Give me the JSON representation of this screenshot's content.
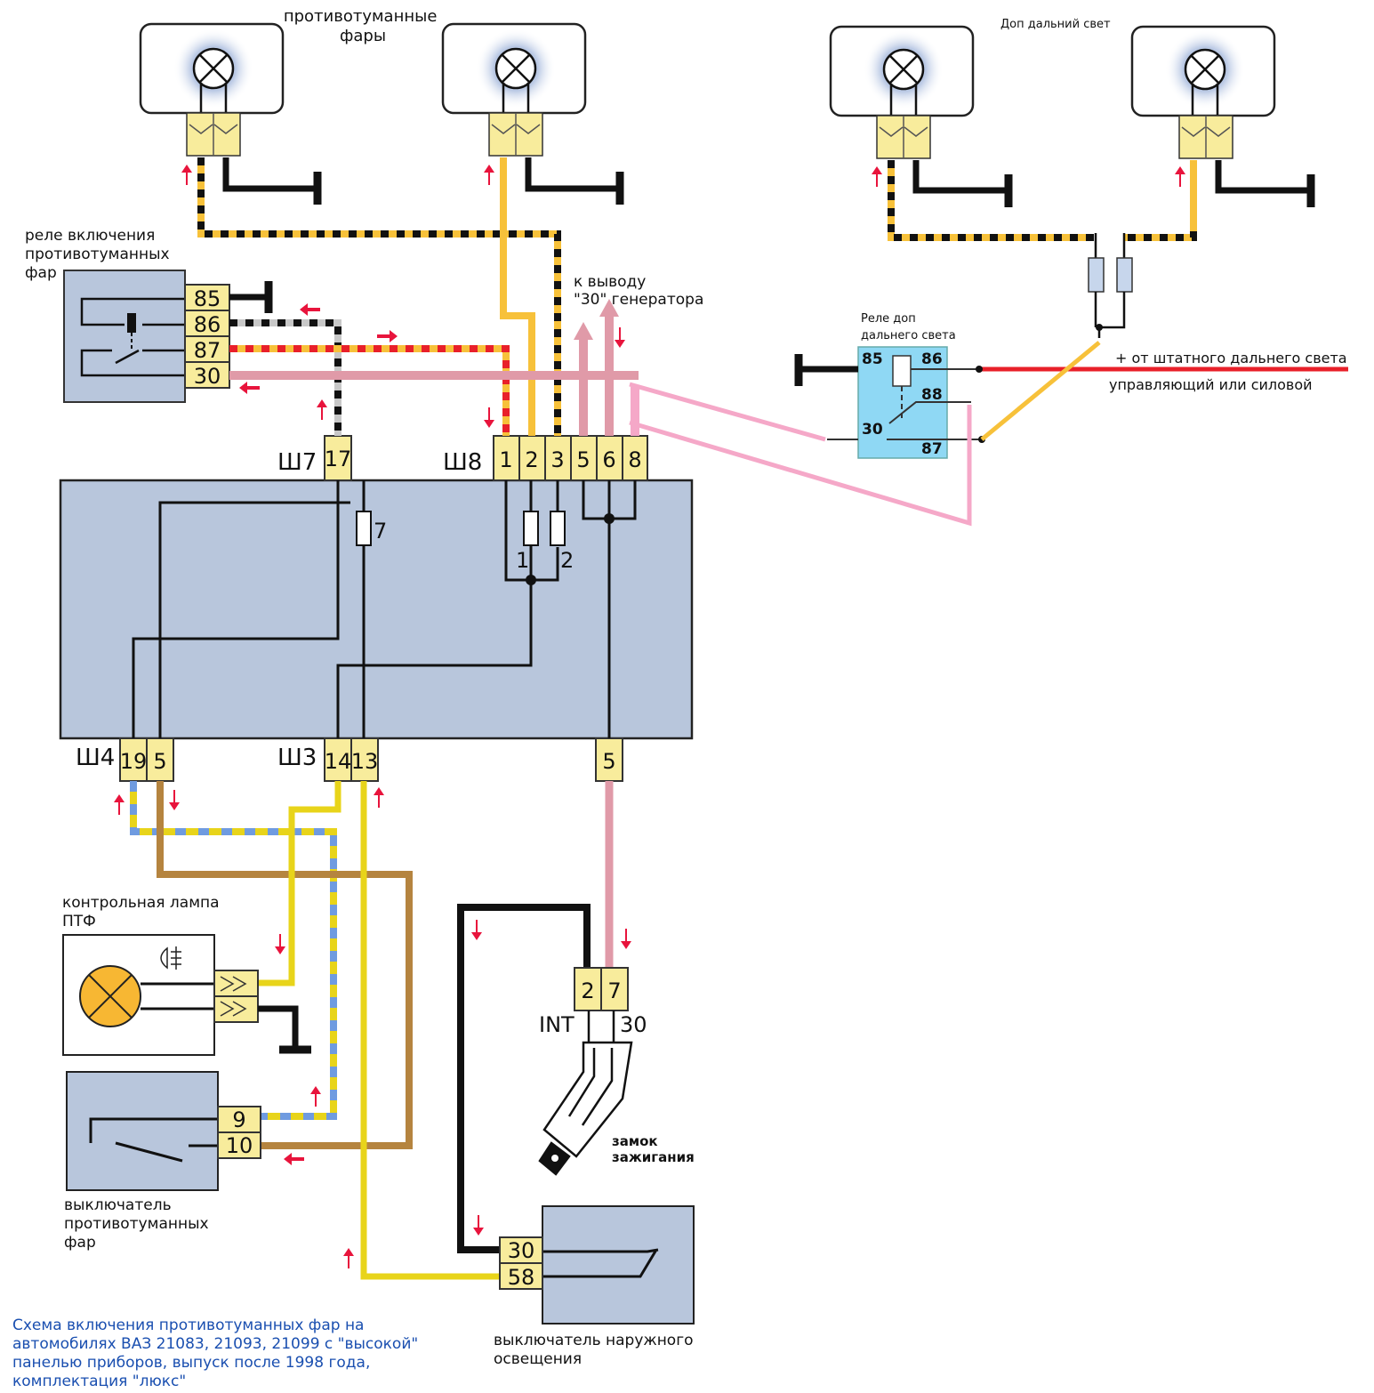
{
  "title": "Схема включения противотуманных фар на автомобилях ВАЗ 21083, 21093, 21099 с \"высокой\" панелью приборов, выпуск после 1998 года, комплектация \"люкс\"",
  "caption_lines": [
    "Схема включения противотуманных фар на",
    "автомобилях ВАЗ 21083, 21093, 21099 с \"высокой\"",
    "панелью приборов, выпуск после 1998 года,",
    "комплектация \"люкс\""
  ],
  "labels": {
    "fog_lights": [
      "противотуманные",
      "фары"
    ],
    "extra_high_beam": "Доп дальний свет",
    "fog_relay": [
      "реле включения",
      "противотуманных",
      "фар"
    ],
    "to_generator": [
      "к выводу",
      "\"30\" генератора"
    ],
    "extra_relay": [
      "Реле доп",
      "дальнего света"
    ],
    "from_high_beam": "+ от штатного дальнего света",
    "control_or_power": "управляющий или силовой",
    "control_lamp": [
      "контрольная лампа",
      "ПТФ"
    ],
    "fog_switch": [
      "выключатель",
      "противотуманных",
      "фар"
    ],
    "ignition_lock": [
      "замок",
      "зажигания"
    ],
    "light_switch": [
      "выключатель наружного",
      "освещения"
    ]
  },
  "fog_relay_pins": [
    "85",
    "86",
    "87",
    "30"
  ],
  "extra_relay_pins": {
    "p85": "85",
    "p86": "86",
    "p88": "88",
    "p30": "30",
    "p87": "87"
  },
  "connectors": {
    "sh7": {
      "label": "Ш7",
      "pins": [
        "17"
      ]
    },
    "sh8": {
      "label": "Ш8",
      "pins": [
        "1",
        "2",
        "3",
        "5",
        "6",
        "8"
      ]
    },
    "sh4": {
      "label": "Ш4",
      "pins": [
        "19",
        "5"
      ]
    },
    "sh3": {
      "label": "Ш3",
      "pins": [
        "14",
        "13"
      ]
    },
    "bottom5": {
      "pins": [
        "5"
      ]
    },
    "ignition": {
      "pins": [
        "2",
        "7"
      ],
      "int_label": "INT",
      "p30_label": "30"
    },
    "fog_switch": {
      "pins": [
        "9",
        "10"
      ]
    },
    "light_switch": {
      "pins": [
        "30",
        "58"
      ]
    }
  },
  "fuses": {
    "f7": "7",
    "f1": "1",
    "f2": "2"
  },
  "colors": {
    "wire_yellow_orange": "#f7c13a",
    "wire_black": "#000000",
    "wire_red": "#e8202a",
    "wire_pink": "#e09aa8",
    "wire_light_pink": "#f5a8c8",
    "wire_yellow": "#e8d41a",
    "wire_brown": "#b5843f",
    "wire_blue": "#6f9be0",
    "wire_grey": "#c8c8c8",
    "block_fill": "#b8c6dc",
    "pin_fill": "#f8ec9c",
    "relay_blue": "#8fd8f4",
    "arrow_red": "#e8143c",
    "caption_blue": "#1a4fb0"
  }
}
